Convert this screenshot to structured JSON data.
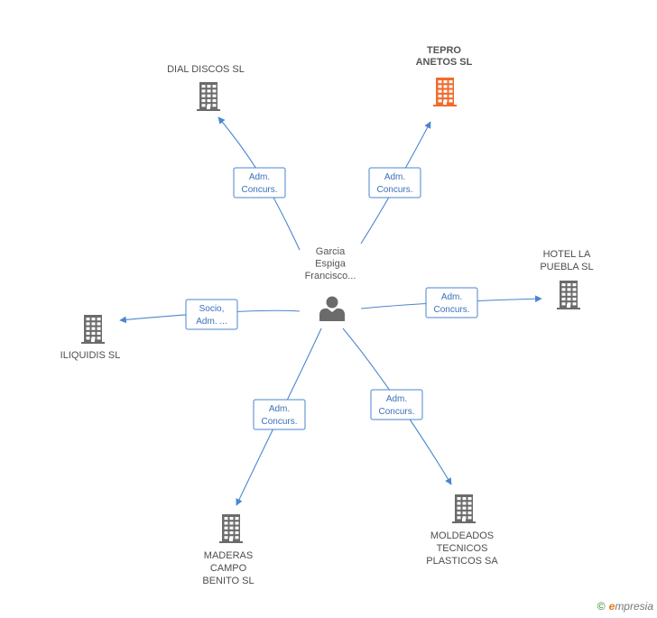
{
  "center": {
    "label_lines": [
      "Garcia",
      "Espiga",
      "Francisco..."
    ],
    "icon": "person-icon"
  },
  "nodes": [
    {
      "id": "dial-discos",
      "label_lines": [
        "DIAL DISCOS SL"
      ],
      "icon": "building-icon",
      "color": "#6b6b6b",
      "highlight": false
    },
    {
      "id": "tepro-anetos",
      "label_lines": [
        "TEPRO",
        "ANETOS SL"
      ],
      "icon": "building-icon",
      "color": "#f26a2a",
      "highlight": true
    },
    {
      "id": "hotel-la-puebla",
      "label_lines": [
        "HOTEL LA",
        "PUEBLA SL"
      ],
      "icon": "building-icon",
      "color": "#6b6b6b",
      "highlight": false
    },
    {
      "id": "iliquidis",
      "label_lines": [
        "ILIQUIDIS SL"
      ],
      "icon": "building-icon",
      "color": "#6b6b6b",
      "highlight": false
    },
    {
      "id": "maderas-campo-benito",
      "label_lines": [
        "MADERAS",
        "CAMPO",
        "BENITO SL"
      ],
      "icon": "building-icon",
      "color": "#6b6b6b",
      "highlight": false
    },
    {
      "id": "moldeados-tecnicos",
      "label_lines": [
        "MOLDEADOS",
        "TECNICOS",
        "PLASTICOS SA"
      ],
      "icon": "building-icon",
      "color": "#6b6b6b",
      "highlight": false
    }
  ],
  "edges": [
    {
      "target": "dial-discos",
      "label_lines": [
        "Adm.",
        "Concurs."
      ]
    },
    {
      "target": "tepro-anetos",
      "label_lines": [
        "Adm.",
        "Concurs."
      ]
    },
    {
      "target": "hotel-la-puebla",
      "label_lines": [
        "Adm.",
        "Concurs."
      ]
    },
    {
      "target": "iliquidis",
      "label_lines": [
        "Socio,",
        "Adm. ..."
      ]
    },
    {
      "target": "maderas-campo-benito",
      "label_lines": [
        "Adm.",
        "Concurs."
      ]
    },
    {
      "target": "moldeados-tecnicos",
      "label_lines": [
        "Adm.",
        "Concurs."
      ]
    }
  ],
  "footer": {
    "copyright_symbol": "©",
    "brand_initial": "e",
    "brand_rest": "mpresia"
  },
  "colors": {
    "edge": "#4a86d0",
    "label_text": "#3a70b8",
    "highlight": "#f26a2a",
    "building": "#6b6b6b",
    "person": "#6b6b6b"
  }
}
